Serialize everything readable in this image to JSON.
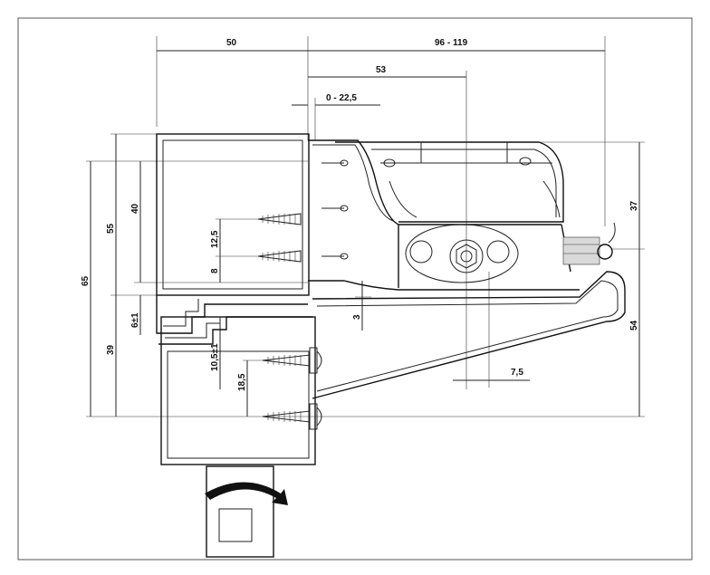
{
  "dimensions": {
    "d50": "50",
    "d96_119": "96 - 119",
    "d53": "53",
    "d0_22_5": "0 - 22,5",
    "d40": "40",
    "d55": "55",
    "d65": "65",
    "d12_5": "12,5",
    "d8": "8",
    "d6pm1": "6±1",
    "d39": "39",
    "d10_5pm1": "10,5±1",
    "d18_5": "18,5",
    "d3": "3",
    "d7_5": "7,5",
    "d37": "37",
    "d54": "54"
  },
  "colors": {
    "line": "#222222",
    "background": "#ffffff",
    "shade": "#d9d9d9"
  }
}
